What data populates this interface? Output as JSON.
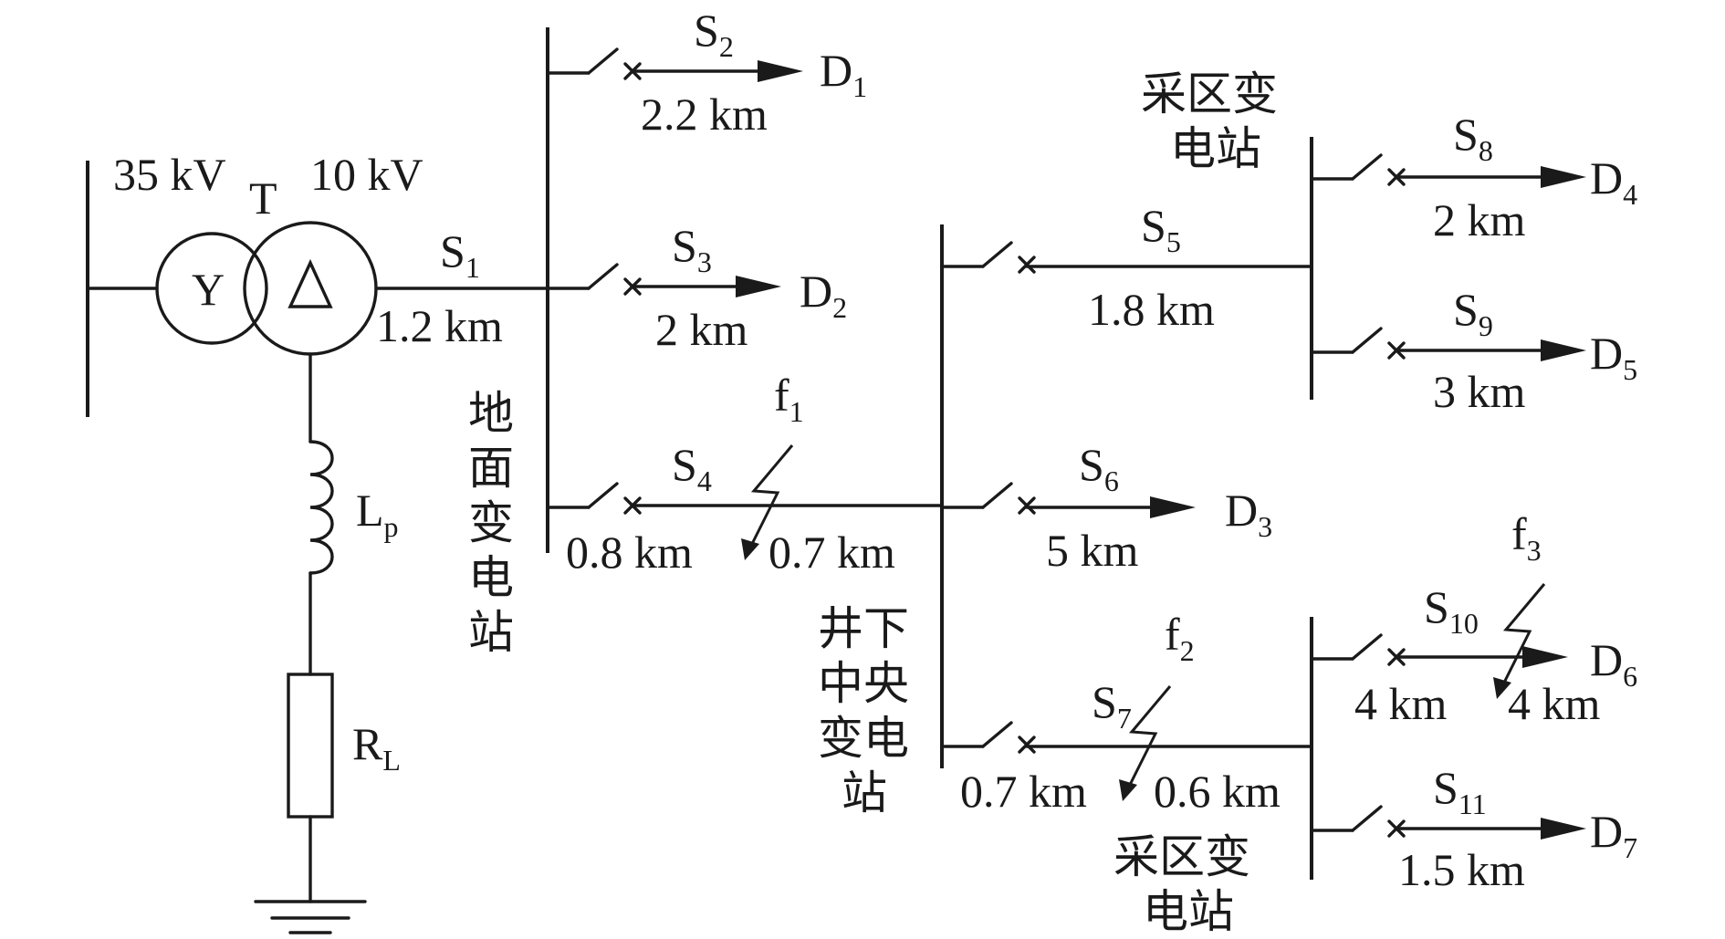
{
  "voltages": {
    "high": "35 kV",
    "low": "10 kV"
  },
  "transformer": {
    "label": "T",
    "primary_winding": "Y",
    "secondary_winding": "Δ"
  },
  "grounding": {
    "inductor": {
      "main": "L",
      "sub": "p"
    },
    "resistor": {
      "main": "R",
      "sub": "L"
    }
  },
  "switches": [
    {
      "main": "S",
      "sub": "1"
    },
    {
      "main": "S",
      "sub": "2"
    },
    {
      "main": "S",
      "sub": "3"
    },
    {
      "main": "S",
      "sub": "4"
    },
    {
      "main": "S",
      "sub": "5"
    },
    {
      "main": "S",
      "sub": "6"
    },
    {
      "main": "S",
      "sub": "7"
    },
    {
      "main": "S",
      "sub": "8"
    },
    {
      "main": "S",
      "sub": "9"
    },
    {
      "main": "S",
      "sub": "10"
    },
    {
      "main": "S",
      "sub": "11"
    }
  ],
  "loads": [
    {
      "main": "D",
      "sub": "1"
    },
    {
      "main": "D",
      "sub": "2"
    },
    {
      "main": "D",
      "sub": "3"
    },
    {
      "main": "D",
      "sub": "4"
    },
    {
      "main": "D",
      "sub": "5"
    },
    {
      "main": "D",
      "sub": "6"
    },
    {
      "main": "D",
      "sub": "7"
    }
  ],
  "faults": [
    {
      "main": "f",
      "sub": "1"
    },
    {
      "main": "f",
      "sub": "2"
    },
    {
      "main": "f",
      "sub": "3"
    }
  ],
  "lengths": {
    "s1": "1.2 km",
    "s2": "2.2 km",
    "s3": "2 km",
    "s4_left": "0.8 km",
    "s4_right": "0.7 km",
    "s5": "1.8 km",
    "s6": "5 km",
    "s7_left": "0.7 km",
    "s7_right": "0.6 km",
    "s8": "2 km",
    "s9": "3 km",
    "s10_left": "4 km",
    "s10_right": "4 km",
    "s11": "1.5 km"
  },
  "substations": {
    "ground": [
      "地",
      "面",
      "变",
      "电",
      "站"
    ],
    "central": [
      "井下",
      "中央",
      "变电",
      "站"
    ],
    "mining_upper": [
      "采区变",
      "电站"
    ],
    "mining_lower": [
      "采区变",
      "电站"
    ]
  }
}
